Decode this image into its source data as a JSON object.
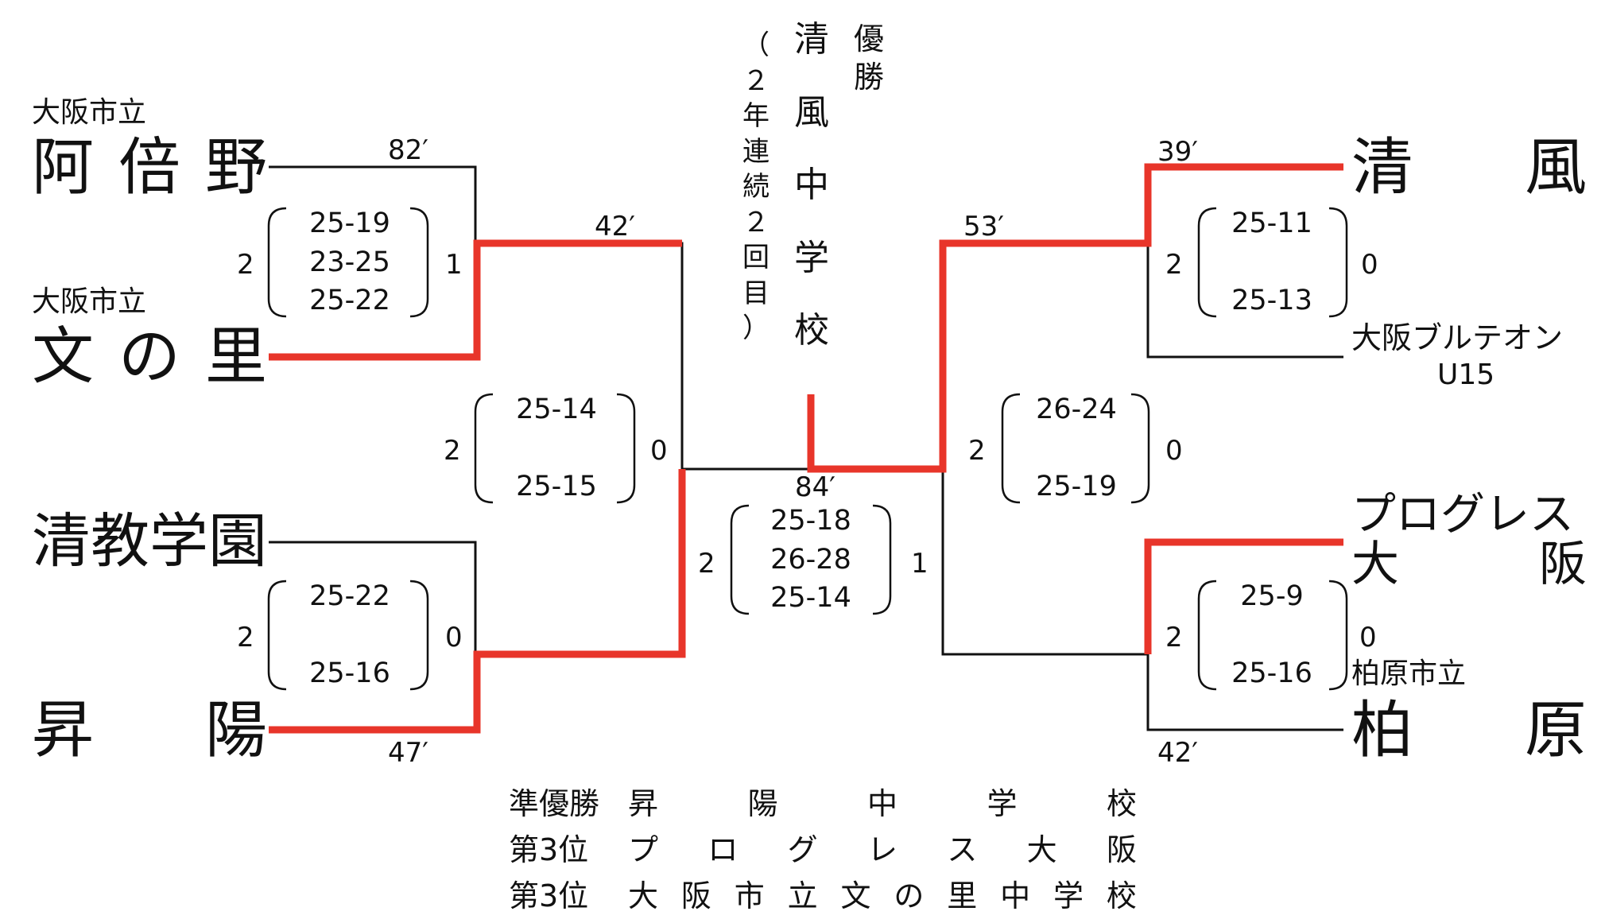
{
  "colors": {
    "winner_line": "#e8352a",
    "bracket_line": "#111111",
    "text": "#111111"
  },
  "left": {
    "abeno": {
      "prefix": "大阪市立",
      "name": [
        "阿",
        "倍",
        "野"
      ],
      "time": "82′"
    },
    "bunnosato": {
      "prefix": "大阪市立",
      "name": [
        "文",
        "の",
        "里"
      ]
    },
    "seikyo": {
      "name": "清教学園"
    },
    "shoyo": {
      "name": [
        "昇",
        "陽"
      ],
      "time": "47′"
    },
    "r1_top": {
      "win": "2",
      "lose": "1",
      "sets": [
        "25-19",
        "23-25",
        "25-22"
      ]
    },
    "r1_bottom": {
      "win": "2",
      "lose": "0",
      "sets": [
        "25-22",
        "",
        "25-16"
      ]
    },
    "semi": {
      "time": "42′",
      "win": "2",
      "lose": "0",
      "sets": [
        "25-14",
        "",
        "25-15"
      ]
    }
  },
  "right": {
    "seifu": {
      "name": [
        "清",
        "風"
      ],
      "time": "39′"
    },
    "blutheon": {
      "name": "大阪ブルテオン",
      "sub": "U15"
    },
    "progress": {
      "line1": "プログレス",
      "line2": [
        "大",
        "阪"
      ]
    },
    "kashiwara": {
      "prefix": "柏原市立",
      "name": [
        "柏",
        "原"
      ],
      "time": "42′"
    },
    "r1_top": {
      "win": "2",
      "lose": "0",
      "sets": [
        "25-11",
        "",
        "25-13"
      ]
    },
    "r1_bottom": {
      "win": "2",
      "lose": "0",
      "sets": [
        "25-9",
        "",
        "25-16"
      ]
    },
    "semi": {
      "time": "53′",
      "win": "2",
      "lose": "0",
      "sets": [
        "26-24",
        "",
        "25-19"
      ]
    }
  },
  "final": {
    "time": "84′",
    "win": "2",
    "lose": "1",
    "sets": [
      "25-18",
      "26-28",
      "25-14"
    ]
  },
  "champion": {
    "label": [
      "優",
      "勝"
    ],
    "name": [
      "清",
      "風",
      "中",
      "学",
      "校"
    ],
    "note": [
      "（",
      "２",
      "年",
      "連",
      "続",
      "２",
      "回",
      "目",
      "）"
    ]
  },
  "results": [
    {
      "label": "準優勝",
      "chars": [
        "昇",
        "陽",
        "中",
        "学",
        "校"
      ]
    },
    {
      "label": "第3位",
      "chars": [
        "プ",
        "ロ",
        "グ",
        "レ",
        "ス",
        "大",
        "阪"
      ]
    },
    {
      "label": "第3位",
      "chars": [
        "大",
        "阪",
        "市",
        "立",
        "文",
        "の",
        "里",
        "中",
        "学",
        "校"
      ]
    }
  ]
}
